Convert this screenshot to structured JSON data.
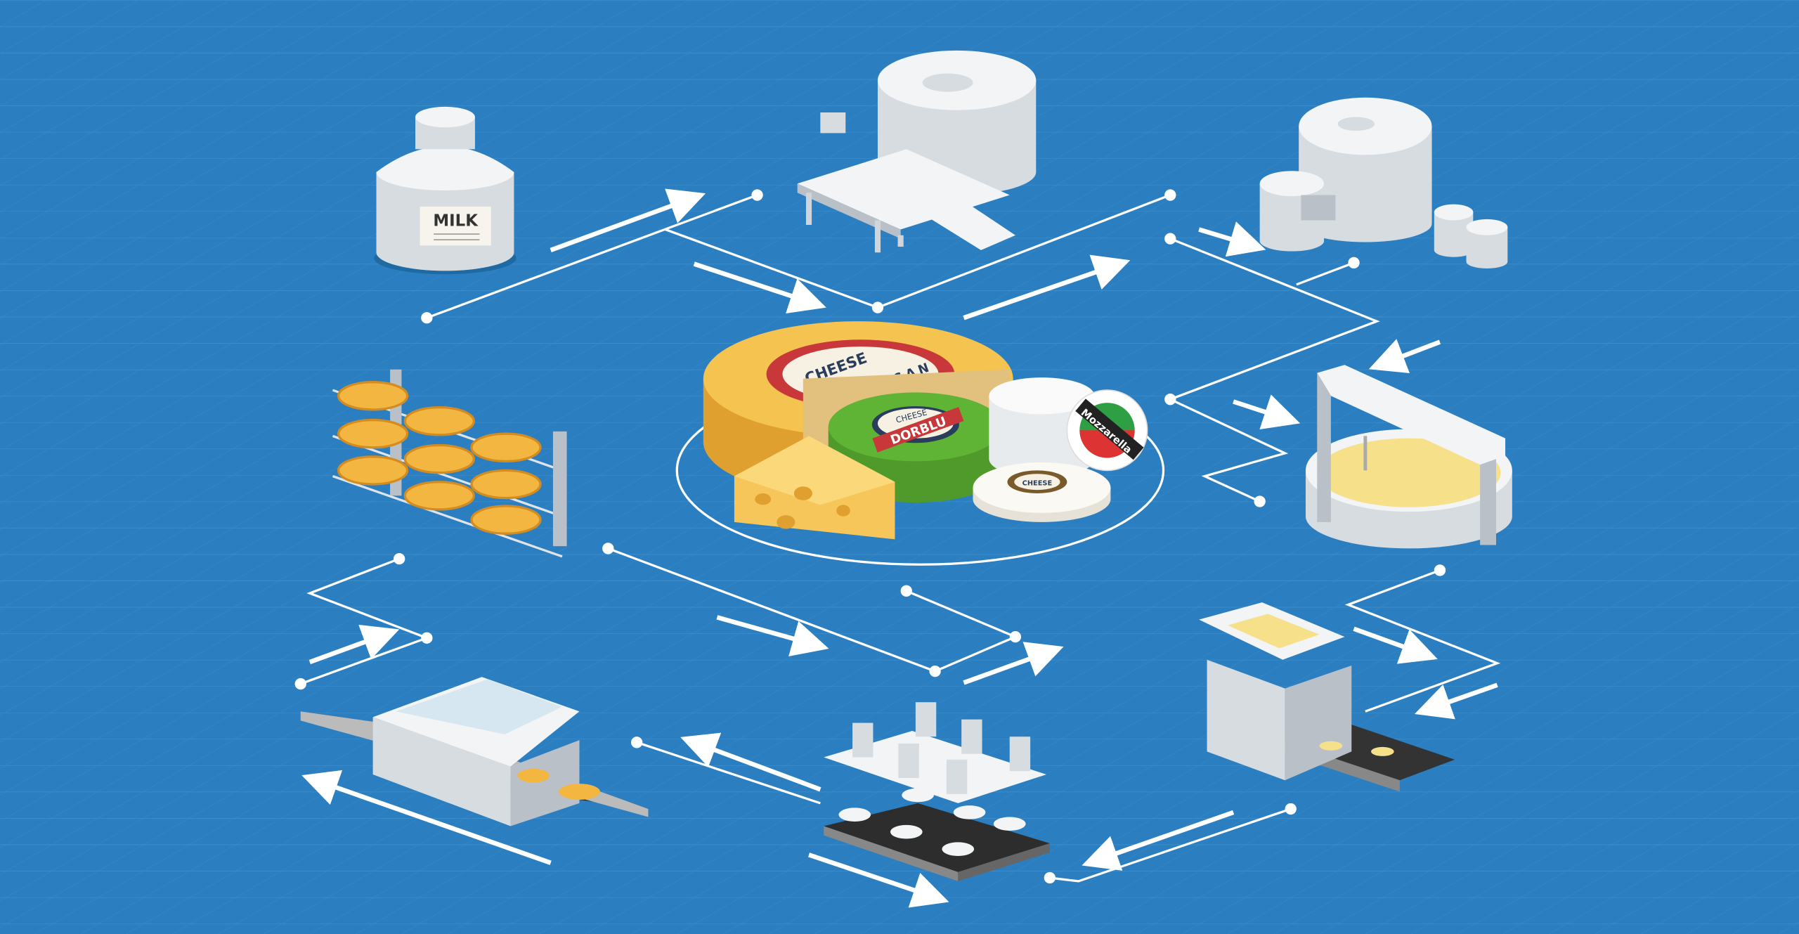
{
  "title": "Cheese production isometric flowchart",
  "labels": {
    "milk": "MILK",
    "parmesan_top": "CHEESE",
    "parmesan_bottom": "PARMESAN",
    "dorblu_top": "CHEESE",
    "dorblu_bottom": "DORBLU",
    "mozzarella": "Mozzarella",
    "camembert": "CHEESE"
  },
  "colors": {
    "background": "#2b7fc0",
    "parmesan": "#f3b640",
    "dorblu": "#5aa830",
    "label_red": "#c8383b",
    "label_navy": "#2a3d5c"
  }
}
